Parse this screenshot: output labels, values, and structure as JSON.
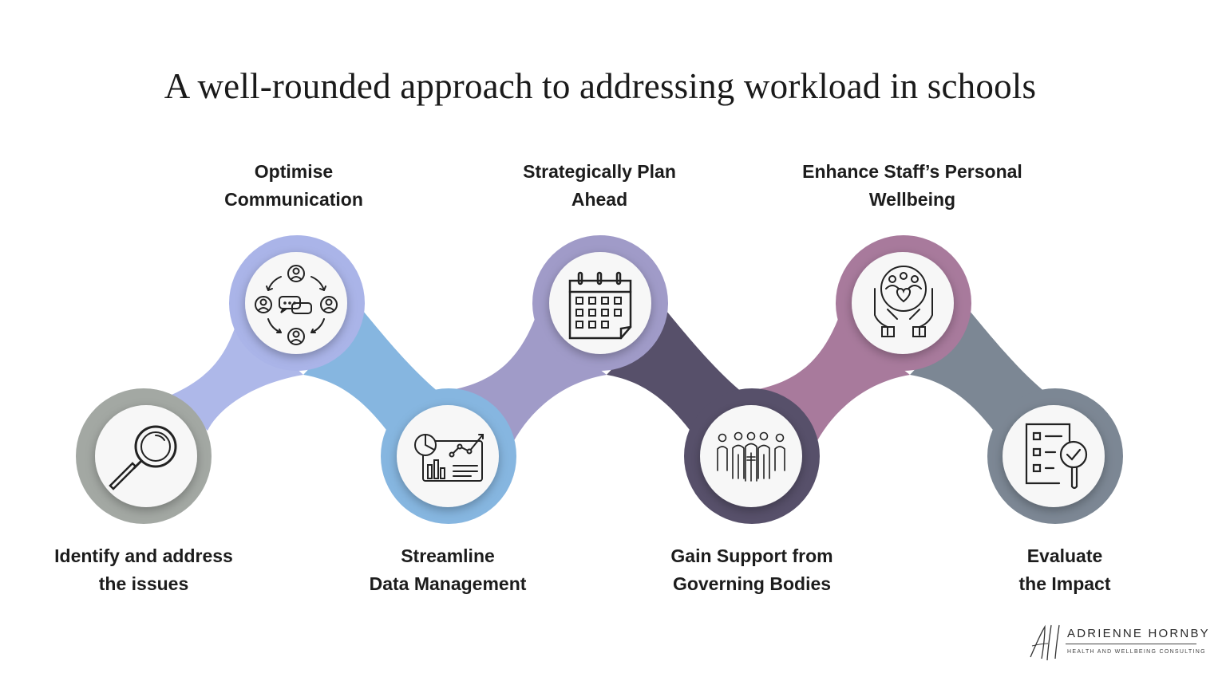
{
  "title": "A well-rounded approach to addressing workload in schools",
  "steps": [
    {
      "line1": "Identify and address",
      "line2": "the issues",
      "icon": "magnifying-glass-icon",
      "color": "#a3a8a3"
    },
    {
      "line1": "Optimise",
      "line2": "Communication",
      "icon": "communication-cycle-icon",
      "color": "#aab4e8"
    },
    {
      "line1": "Streamline",
      "line2": "Data Management",
      "icon": "data-dashboard-icon",
      "color": "#86b6e0"
    },
    {
      "line1": "Strategically Plan",
      "line2": "Ahead",
      "icon": "calendar-icon",
      "color": "#a09bc8"
    },
    {
      "line1": "Gain Support from",
      "line2": "Governing Bodies",
      "icon": "team-group-icon",
      "color": "#57506a"
    },
    {
      "line1": "Enhance Staff’s Personal",
      "line2": "Wellbeing",
      "icon": "caring-hands-icon",
      "color": "#a87a9c"
    },
    {
      "line1": "Evaluate",
      "line2": "the Impact",
      "icon": "checklist-review-icon",
      "color": "#7c8794"
    }
  ],
  "brand": {
    "initials": "AH",
    "name": "ADRIENNE HORNBY",
    "tagline": "HEALTH AND WELLBEING CONSULTING"
  }
}
